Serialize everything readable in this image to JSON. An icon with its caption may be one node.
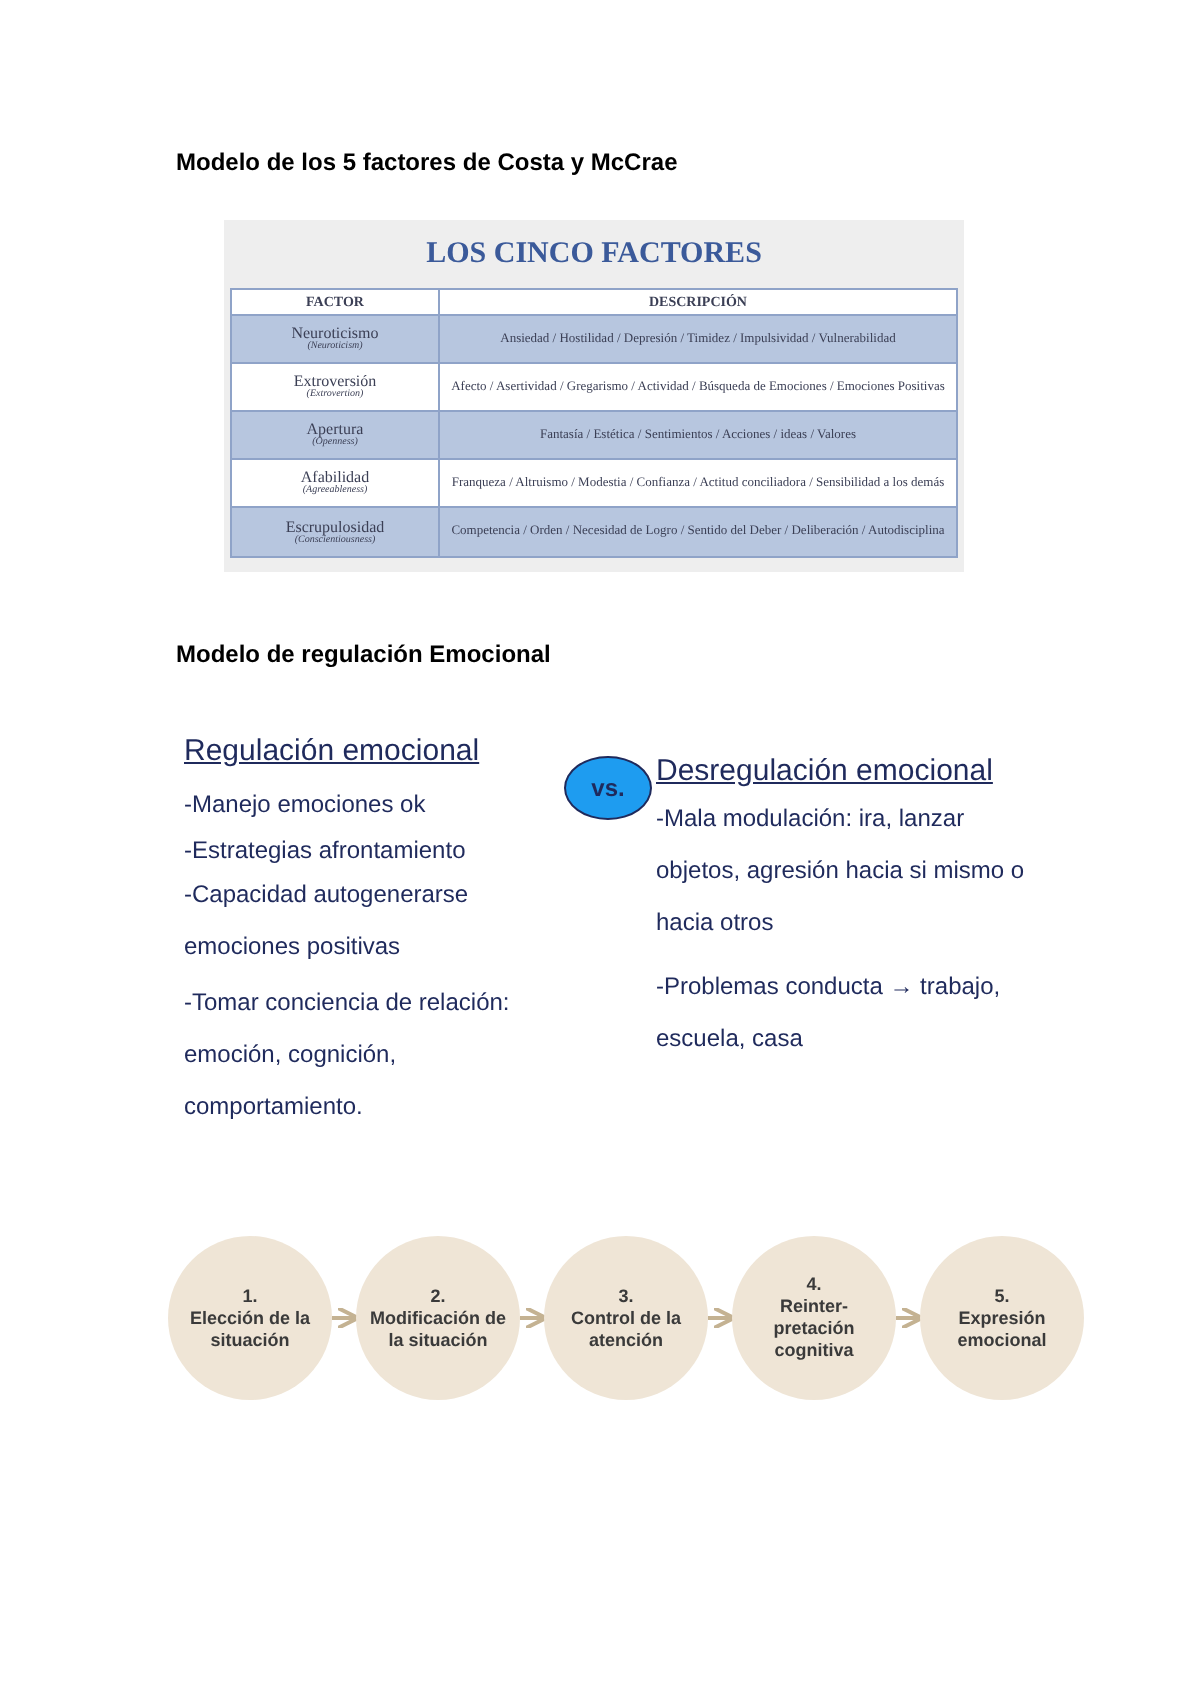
{
  "diagram": {
    "title": "Modelo de los 5 factores de Costa y McCrae",
    "nodes": [
      {
        "text": [
          "vs."
        ]
      },
      {
        "text": [
          "1.",
          "Elección de la situación"
        ]
      },
      {
        "text": [
          "2.",
          "Modificación de la situación"
        ]
      },
      {
        "text": [
          "3.",
          "Control de la atención"
        ]
      },
      {
        "text": [
          "4.",
          "Reinter- pretación cognitiva"
        ]
      },
      {
        "text": [
          "5.",
          "Expresión emocional"
        ]
      }
    ],
    "edges": [
      {
        "from": 1,
        "to": 2,
        "arrow": "to"
      },
      {
        "from": 2,
        "to": 3,
        "arrow": "to"
      },
      {
        "from": 3,
        "to": 4,
        "arrow": "to"
      },
      {
        "from": 4,
        "to": 5,
        "arrow": "to"
      }
    ],
    "labels": [
      "LOS CINCO FACTORES",
      "FACTOR",
      "DESCRIPCIÓN",
      "Neuroticismo",
      "(Neuroticism)",
      "Ansiedad / Hostilidad / Depresión / Timidez / Impulsividad / Vulnerabilidad",
      "Extroversión",
      "(Extrovertion)",
      "Afecto / Asertividad / Gregarismo / Actividad / Búsqueda de Emociones / Emociones Positivas",
      "Apertura",
      "(Openness)",
      "Fantasía / Estética / Sentimientos / Acciones / ideas / Valores",
      "Afabilidad",
      "(Agreeableness)",
      "Franqueza / Altruismo / Modestia / Confianza / Actitud conciliadora / Sensibilidad a los demás",
      "Escrupulosidad",
      "(Conscientiousness)",
      "Competencia / Orden / Necesidad de Logro / Sentido del Deber / Deliberación / Autodisciplina",
      "Modelo de regulación Emocional",
      "Regulación emocional",
      "-Manejo emociones ok",
      "-Estrategias afrontamiento",
      "-Capacidad autogenerarse emociones positivas",
      "-Tomar conciencia de relación: emoción, cognición, comportamiento.",
      "Desregulación emocional",
      "-Mala modulación: ira, lanzar objetos, agresión hacia si mismo o hacia otros",
      "-Problemas conducta → trabajo, escuela, casa"
    ]
  }
}
